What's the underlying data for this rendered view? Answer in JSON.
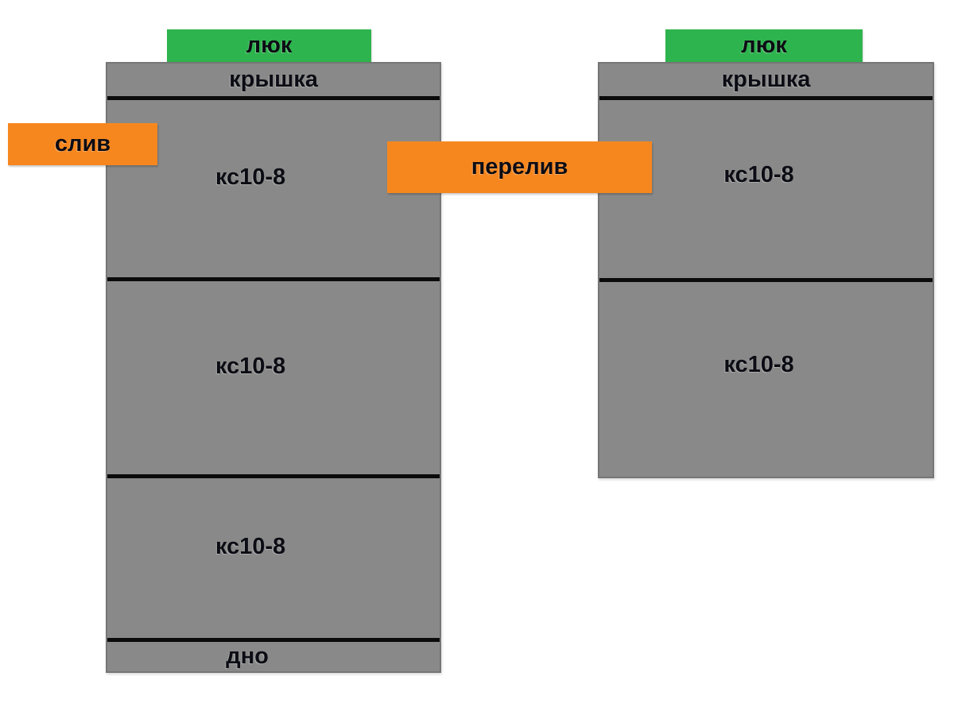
{
  "diagram": {
    "title_implicit": "septic tank scheme of concrete rings",
    "colors": {
      "ring_gray": "#898989",
      "hatch_green": "#2eb44e",
      "callout_orange": "#f6871f",
      "joint_line": "#0b0b0b",
      "text": "#0c0c14",
      "background": "#ffffff"
    },
    "left_tank": {
      "hatch_label": "люк",
      "cover_label": "крышка",
      "rings": [
        "кс10-8",
        "кс10-8",
        "кс10-8"
      ],
      "bottom_label": "дно"
    },
    "right_tank": {
      "hatch_label": "люк",
      "cover_label": "крышка",
      "rings": [
        "кс10-8",
        "кс10-8"
      ]
    },
    "callouts": {
      "drain": "слив",
      "overflow": "перелив"
    }
  }
}
